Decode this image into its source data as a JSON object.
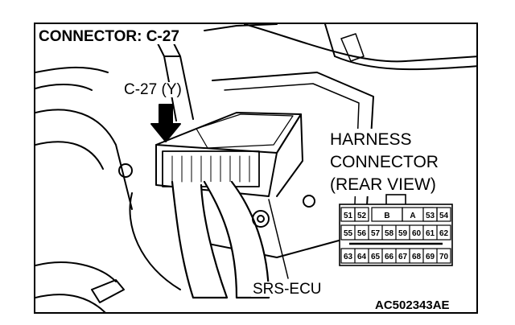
{
  "title": "CONNECTOR: C-27",
  "connector_label": "C-27 (Y)",
  "harness_label": [
    "HARNESS",
    "CONNECTOR",
    "(REAR VIEW)"
  ],
  "component_label": "SRS-ECU",
  "figure_code": "AC502343AE",
  "pins": {
    "row1_left": [
      "51",
      "52"
    ],
    "row1_mid": [
      "B",
      "A"
    ],
    "row1_right": [
      "53",
      "54"
    ],
    "row2": [
      "55",
      "56",
      "57",
      "58",
      "59",
      "60",
      "61",
      "62"
    ],
    "row3": [
      "63",
      "64",
      "65",
      "66",
      "67",
      "68",
      "69",
      "70"
    ]
  }
}
